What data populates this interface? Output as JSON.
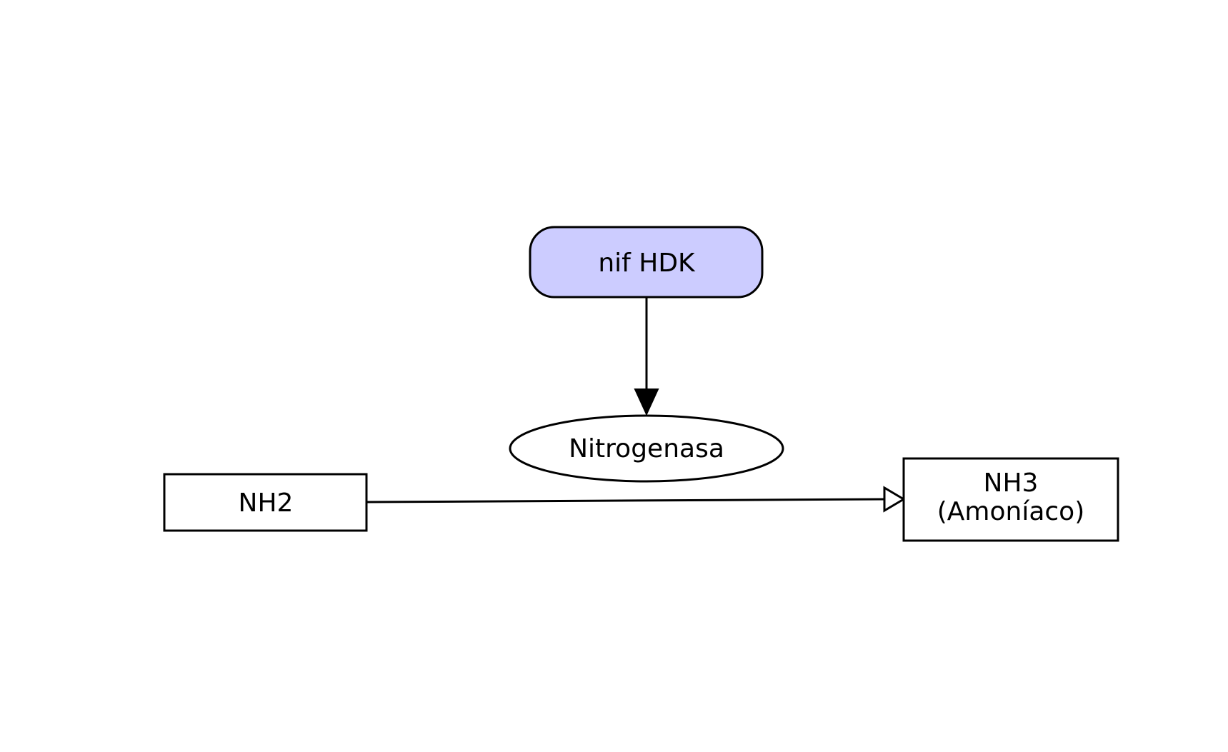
{
  "nodes": {
    "gene": {
      "label": "nif HDK",
      "fill": "#ccccff",
      "shape": "rounded-rectangle"
    },
    "enzyme": {
      "label": "Nitrogenasa",
      "fill": "#ffffff",
      "shape": "ellipse"
    },
    "substrate": {
      "label": "NH2",
      "fill": "#ffffff",
      "shape": "rectangle"
    },
    "product": {
      "label_line1": "NH3",
      "label_line2": "(Amoníaco)",
      "fill": "#ffffff",
      "shape": "rectangle"
    }
  },
  "edges": [
    {
      "from": "gene",
      "to": "enzyme",
      "arrowhead": "filled-triangle"
    },
    {
      "from": "substrate",
      "to": "product",
      "arrowhead": "open-triangle"
    }
  ],
  "colors": {
    "stroke": "#000000",
    "gene_fill": "#ccccff",
    "background": "#ffffff"
  }
}
